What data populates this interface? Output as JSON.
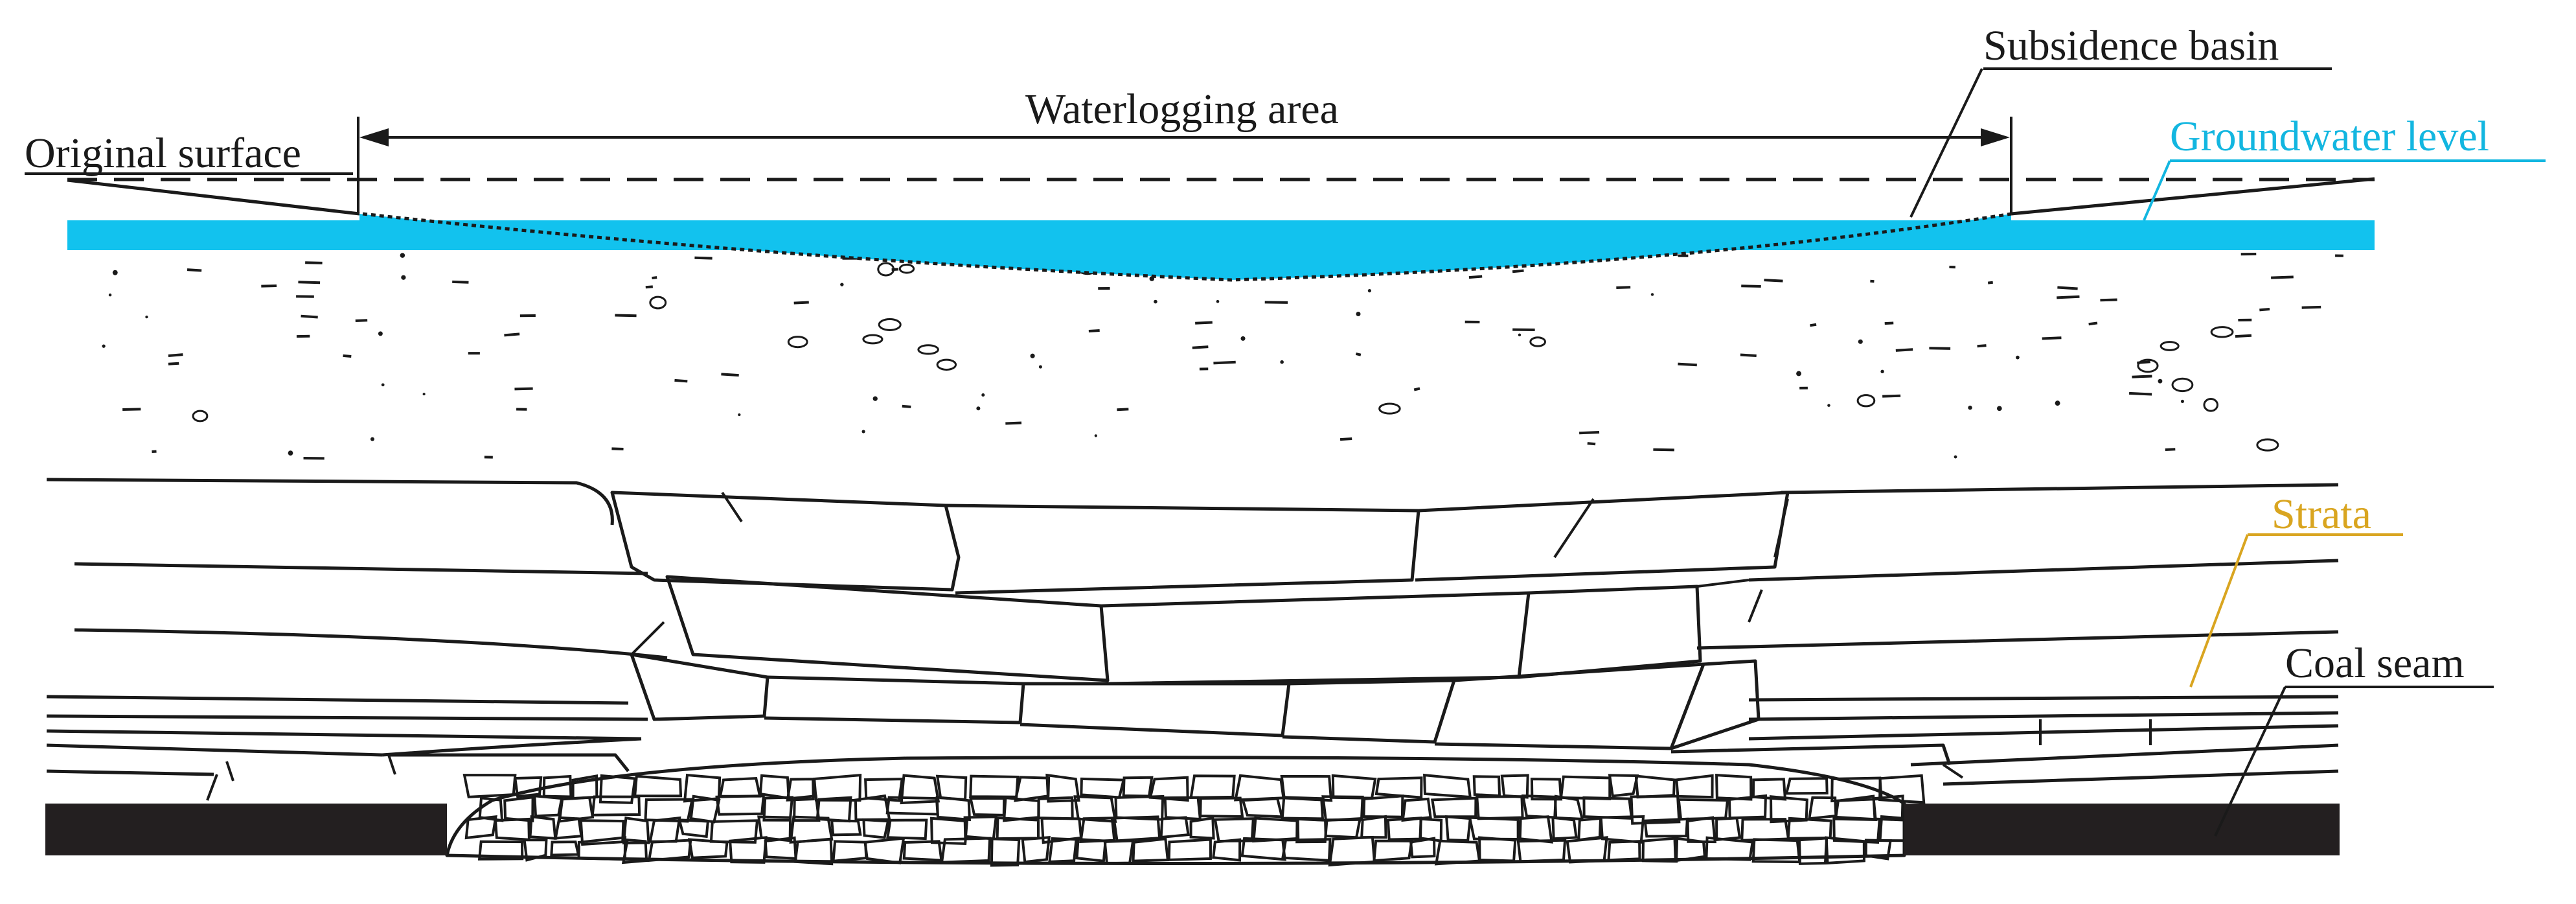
{
  "labels": {
    "original_surface": "Original surface",
    "waterlogging_area": "Waterlogging area",
    "subsidence_basin": "Subsidence basin",
    "groundwater_level": "Groundwater level",
    "strata": "Strata",
    "coal_seam": "Coal seam"
  },
  "colors": {
    "water": "#12c2ee",
    "groundwater_label": "#12b6e0",
    "strata_label": "#d9a520",
    "coal": "#231f20",
    "ink": "#1a1a1a"
  }
}
